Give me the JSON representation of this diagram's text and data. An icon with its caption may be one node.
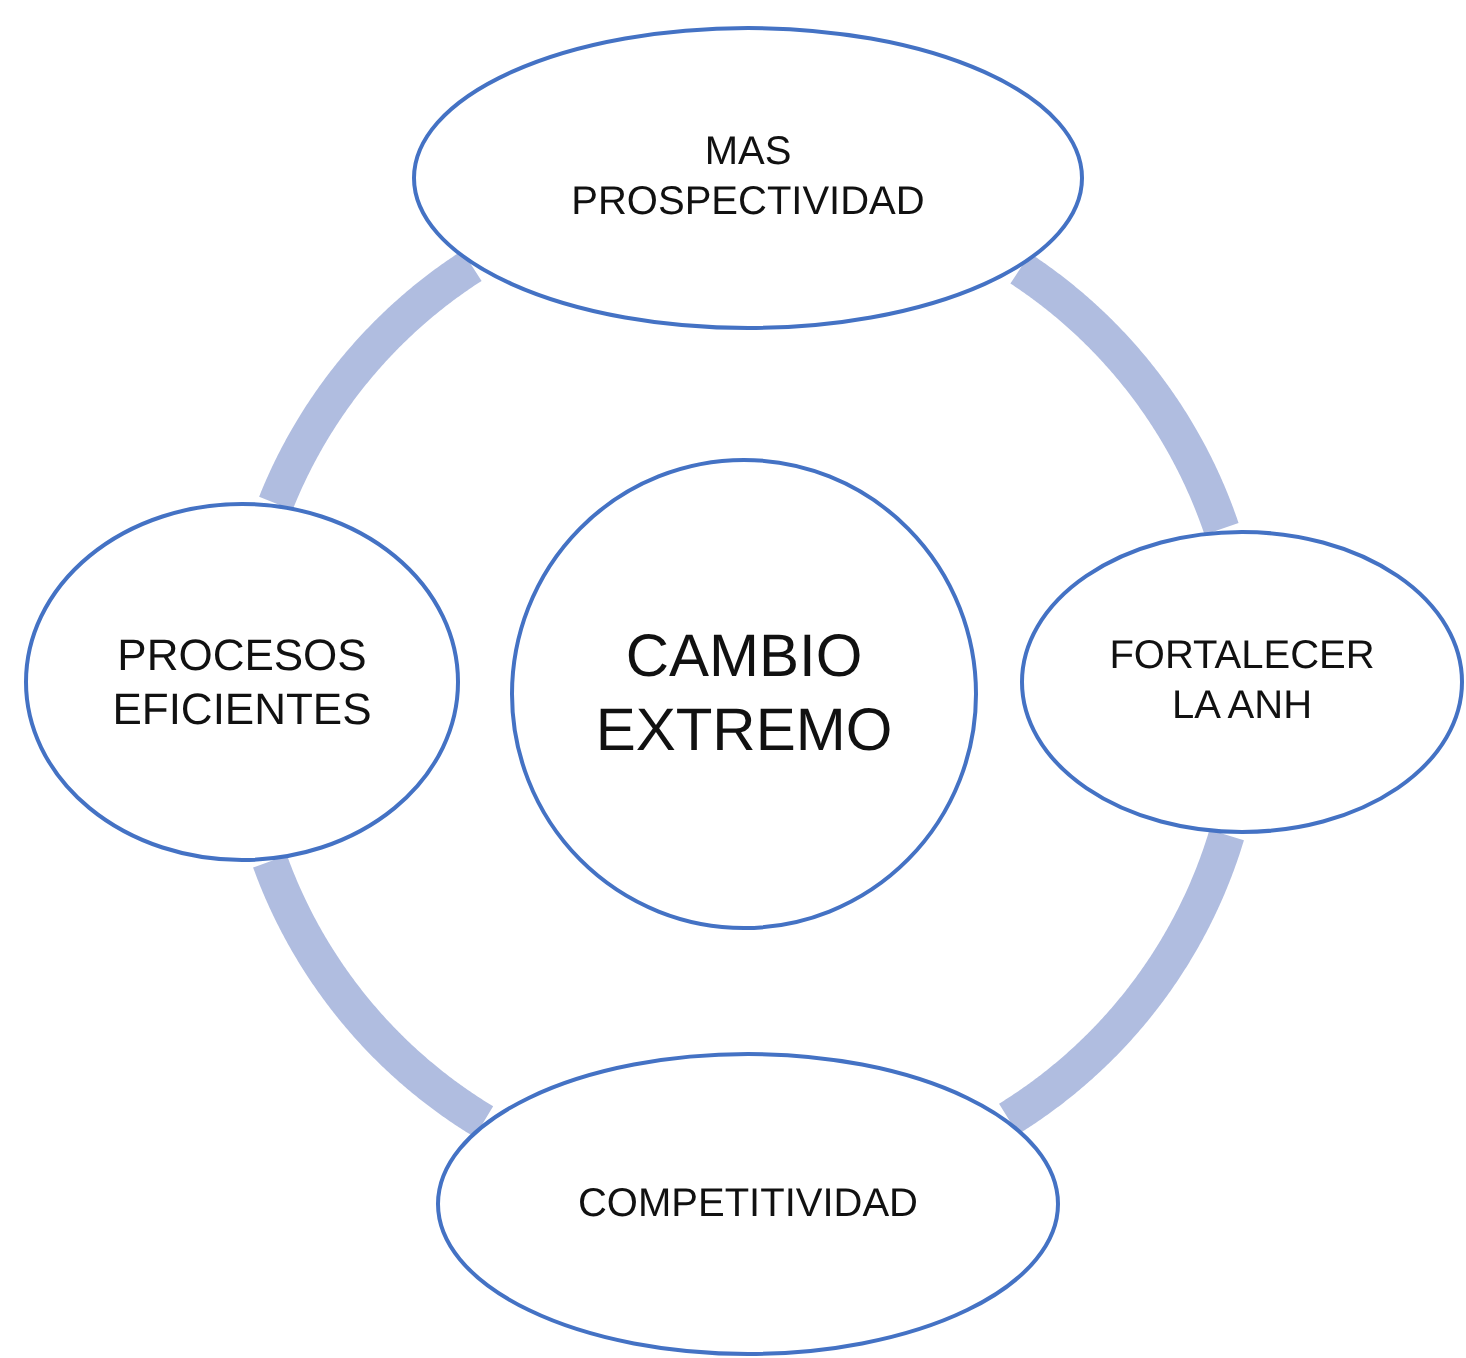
{
  "diagram": {
    "nodes": [
      {
        "text": [
          "MAS PROSPECTIVIDAD"
        ]
      },
      {
        "text": [
          "PROCESOS EFICIENTES"
        ]
      },
      {
        "text": [
          "CAMBIO EXTREMO"
        ]
      },
      {
        "text": [
          "FORTALECER LA ANH"
        ]
      },
      {
        "text": [
          "COMPETITIVIDAD"
        ]
      }
    ],
    "edges": [
      {
        "from": 0,
        "to": 3,
        "arrow": "none"
      },
      {
        "from": 3,
        "to": 4,
        "arrow": "none"
      },
      {
        "from": 4,
        "to": 1,
        "arrow": "none"
      },
      {
        "from": 1,
        "to": 0,
        "arrow": "none"
      }
    ]
  }
}
